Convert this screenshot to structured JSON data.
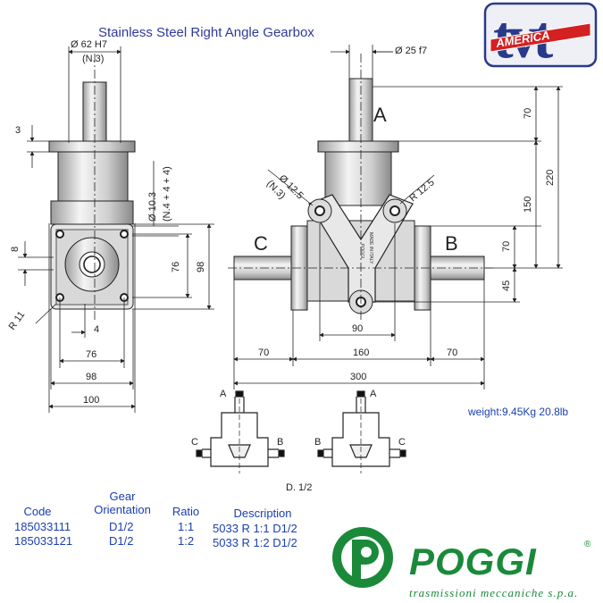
{
  "title": "Stainless Steel Right Angle Gearbox",
  "weight": "weight:9.45Kg 20.8lb",
  "brand": {
    "tvt_text": "tvt",
    "america_text": "AMERICA",
    "poggi_text": "POGGI",
    "poggi_registered": "®",
    "poggi_tagline": "trasmissioni meccaniche s.p.a."
  },
  "dimensions": {
    "bore_input": "Ø 62 H7",
    "bore_note": "(N.3)",
    "shaft_output": "Ø 25 f7",
    "flange_thick": "3",
    "hole_dia": "Ø 10.3",
    "hole_note": "(N.4 + 4 + 4)",
    "side_8": "8",
    "side_76v": "76",
    "side_98v": "98",
    "side_4": "4",
    "side_76h": "76",
    "side_98h": "98",
    "side_100": "100",
    "r11": "R 11",
    "pin_dia": "Ø 12.5",
    "pin_note": "(N.3)",
    "r125": "R 12.5",
    "v70a": "70",
    "v220": "220",
    "v150": "150",
    "v70b": "70",
    "v45": "45",
    "h90": "90",
    "h70l": "70",
    "h160": "160",
    "h70r": "70",
    "h300": "300"
  },
  "shaft_labels": {
    "a": "A",
    "b": "B",
    "c": "C"
  },
  "plate_text": {
    "line1": "MADE IN ITALY",
    "line2": "POGGI"
  },
  "orientation": {
    "caption": "D. 1/2",
    "a": "A",
    "b": "B",
    "c": "C"
  },
  "table": {
    "headers": {
      "code": "Code",
      "orientation_line1": "Gear",
      "orientation_line2": "Orientation",
      "ratio": "Ratio",
      "description": "Description"
    },
    "rows": [
      {
        "code": "185033111",
        "orientation": "D1/2",
        "ratio": "1:1",
        "description": "5033 R 1:1 D1/2"
      },
      {
        "code": "185033121",
        "orientation": "D1/2",
        "ratio": "1:2",
        "description": "5033 R 1:2 D1/2"
      }
    ]
  },
  "colors": {
    "title": "#2f3a9a",
    "table": "#1a3fb0",
    "poggi_green": "#1a8a3a",
    "tvt_blue": "#2a3a8a",
    "america_red": "#d42020"
  }
}
